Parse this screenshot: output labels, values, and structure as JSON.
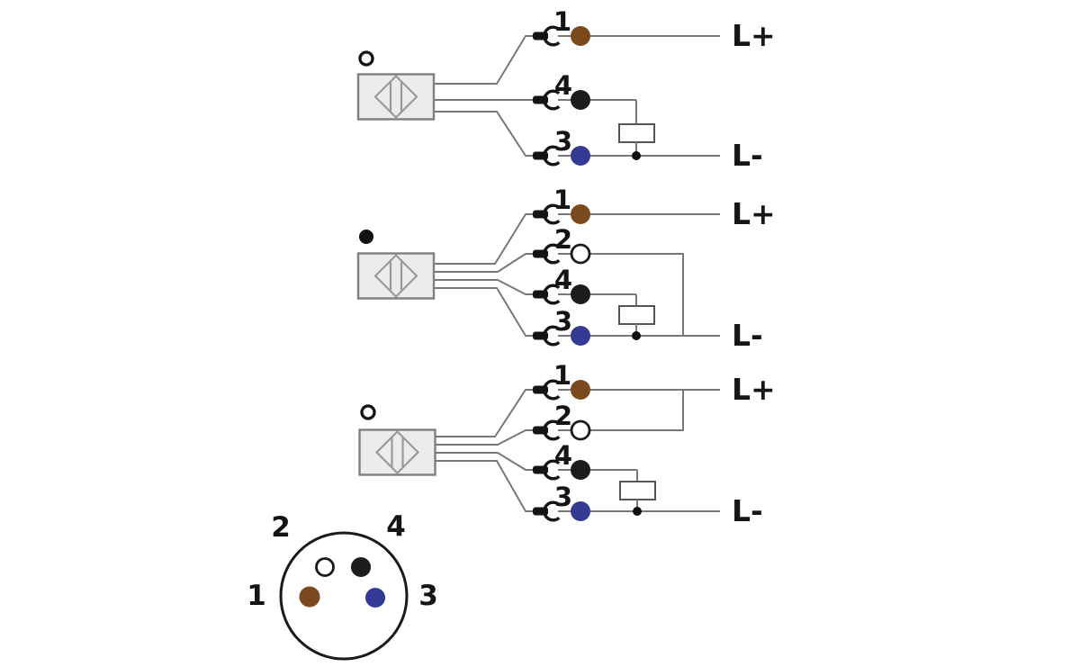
{
  "supply": {
    "positive": "L+",
    "negative": "L-"
  },
  "colors": {
    "brown": "#7a4a1e",
    "black": "#1c1c1c",
    "white": "#ffffff",
    "blue": "#333a94",
    "wire_gray": "#787878"
  },
  "diagrams": [
    {
      "indicator_icon": "open-circle",
      "rows": [
        {
          "pin": "1",
          "wire_color": "brown",
          "hex": "#7a4a1e",
          "connects_to": "L+"
        },
        {
          "pin": "4",
          "wire_color": "black",
          "hex": "#1c1c1c",
          "connects_to": "load"
        },
        {
          "pin": "3",
          "wire_color": "blue",
          "hex": "#333a94",
          "connects_to": "L-"
        }
      ]
    },
    {
      "indicator_icon": "filled-circle",
      "rows": [
        {
          "pin": "1",
          "wire_color": "brown",
          "hex": "#7a4a1e",
          "connects_to": "L+"
        },
        {
          "pin": "2",
          "wire_color": "white",
          "hex": "#ffffff",
          "connects_to": "L-"
        },
        {
          "pin": "4",
          "wire_color": "black",
          "hex": "#1c1c1c",
          "connects_to": "load"
        },
        {
          "pin": "3",
          "wire_color": "blue",
          "hex": "#333a94",
          "connects_to": "L-"
        }
      ]
    },
    {
      "indicator_icon": "open-circle",
      "rows": [
        {
          "pin": "1",
          "wire_color": "brown",
          "hex": "#7a4a1e",
          "connects_to": "L+"
        },
        {
          "pin": "2",
          "wire_color": "white",
          "hex": "#ffffff",
          "connects_to": "L+"
        },
        {
          "pin": "4",
          "wire_color": "black",
          "hex": "#1c1c1c",
          "connects_to": "load"
        },
        {
          "pin": "3",
          "wire_color": "blue",
          "hex": "#333a94",
          "connects_to": "L-"
        }
      ]
    }
  ],
  "connector": {
    "pins": [
      {
        "pin": "2",
        "wire_color": "white",
        "hex": "#ffffff",
        "position": "top-left"
      },
      {
        "pin": "4",
        "wire_color": "black",
        "hex": "#1c1c1c",
        "position": "top-right"
      },
      {
        "pin": "1",
        "wire_color": "brown",
        "hex": "#7a4a1e",
        "position": "left"
      },
      {
        "pin": "3",
        "wire_color": "blue",
        "hex": "#333a94",
        "position": "right"
      }
    ]
  }
}
